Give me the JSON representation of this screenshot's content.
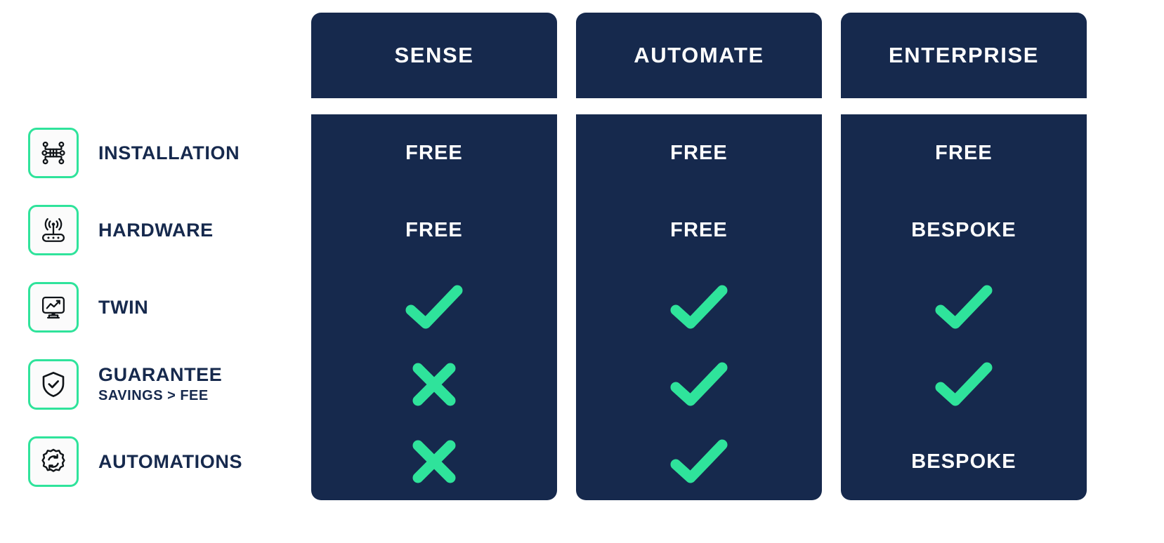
{
  "colors": {
    "navy": "#16294d",
    "green": "#2fe39b",
    "white": "#ffffff",
    "page_background": "#ffffff"
  },
  "plans": [
    {
      "name": "SENSE"
    },
    {
      "name": "AUTOMATE"
    },
    {
      "name": "ENTERPRISE"
    }
  ],
  "features": [
    {
      "title": "INSTALLATION",
      "subtitle": "",
      "icon": "circuit-nodes-icon",
      "values": [
        "FREE",
        "FREE",
        "FREE"
      ],
      "value_types": [
        "text",
        "text",
        "text"
      ]
    },
    {
      "title": "HARDWARE",
      "subtitle": "",
      "icon": "wifi-router-icon",
      "values": [
        "FREE",
        "FREE",
        "BESPOKE"
      ],
      "value_types": [
        "text",
        "text",
        "text"
      ]
    },
    {
      "title": "TWIN",
      "subtitle": "",
      "icon": "monitor-chart-icon",
      "values": [
        "check",
        "check",
        "check"
      ],
      "value_types": [
        "check",
        "check",
        "check"
      ]
    },
    {
      "title": "GUARANTEE",
      "subtitle": "SAVINGS > FEE",
      "icon": "shield-check-icon",
      "values": [
        "cross",
        "check",
        "check"
      ],
      "value_types": [
        "cross",
        "check",
        "check"
      ]
    },
    {
      "title": "AUTOMATIONS",
      "subtitle": "",
      "icon": "gear-refresh-icon",
      "values": [
        "cross",
        "check",
        "BESPOKE"
      ],
      "value_types": [
        "cross",
        "check",
        "text"
      ]
    }
  ]
}
